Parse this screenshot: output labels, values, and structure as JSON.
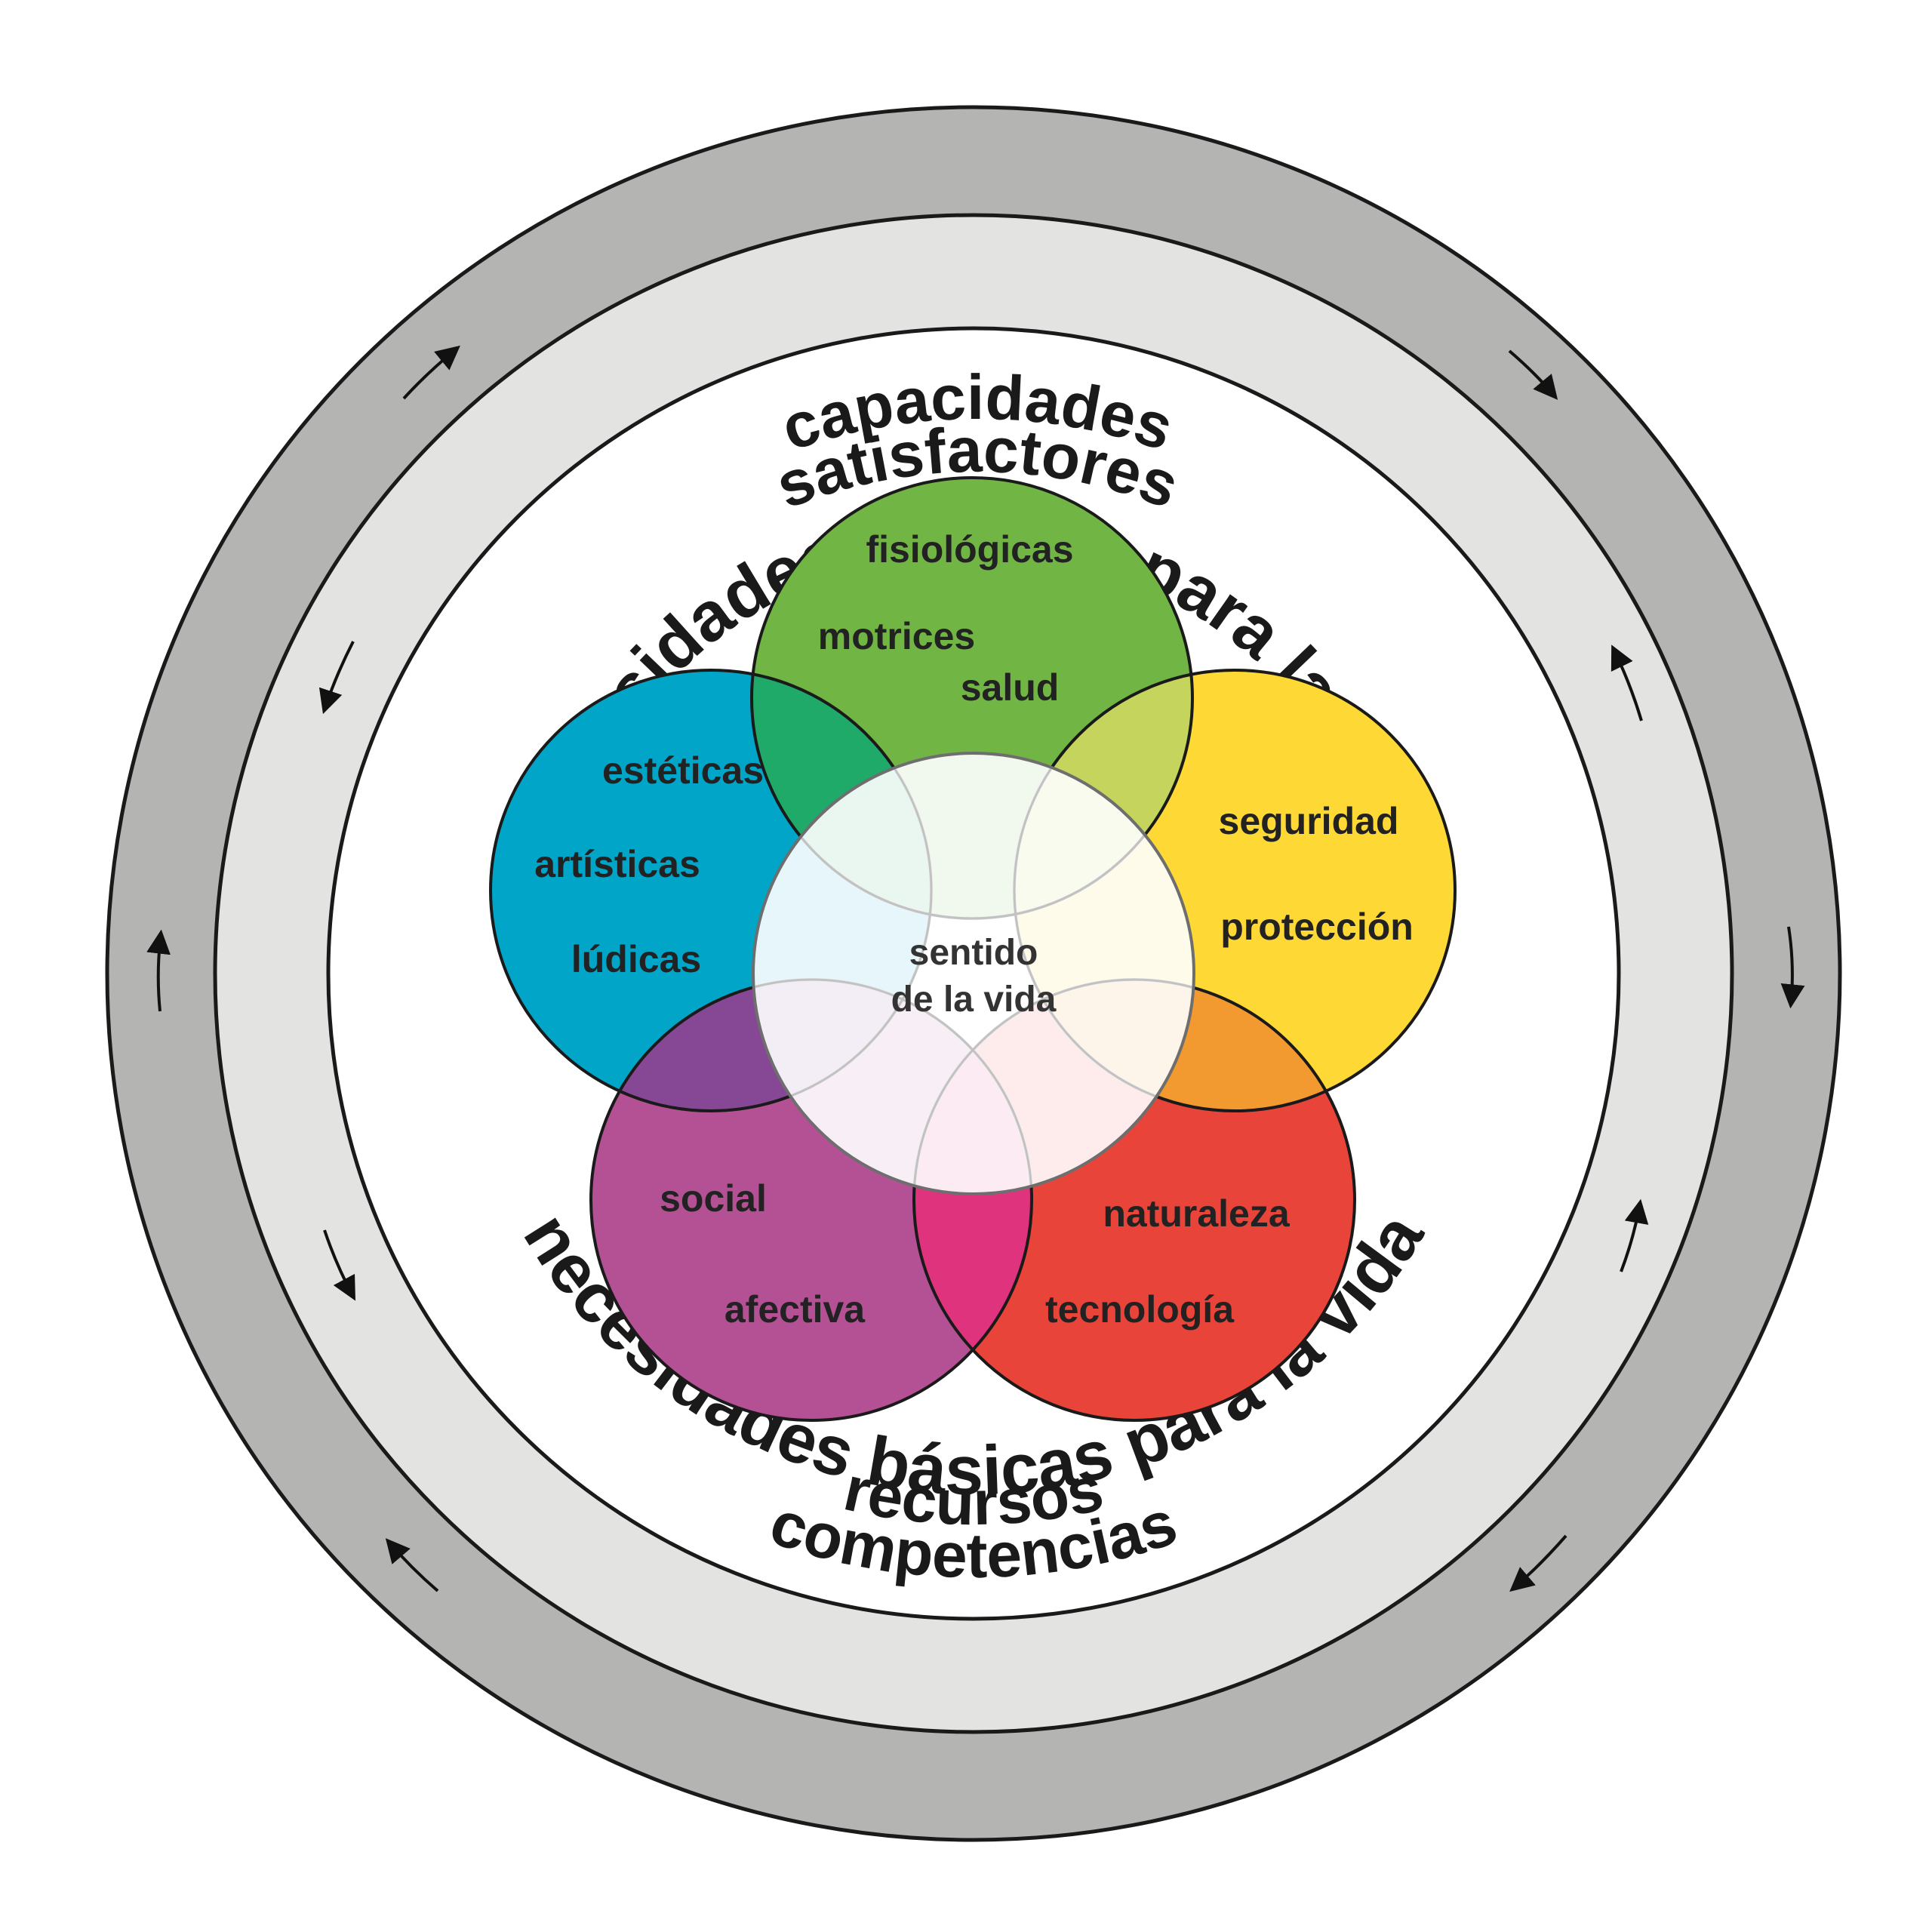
{
  "outer_ring": {
    "top_label": "capacidades",
    "bottom_label": "competencias",
    "color": "#b4b4b3"
  },
  "middle_ring": {
    "top_label": "satisfactores",
    "bottom_label": "recursos",
    "color": "#e3e3e2"
  },
  "inner_ring": {
    "top_label": "necesidades básicas para la vida",
    "bottom_label": "necesidades básicas para la vida"
  },
  "center": {
    "line1": "sentido",
    "line2": "de la vida"
  },
  "petals": {
    "green": {
      "color": "#71b545",
      "labels": [
        "fisiológicas",
        "motrices",
        "salud"
      ]
    },
    "yellow": {
      "color": "#fed834",
      "labels": [
        "seguridad",
        "protección"
      ]
    },
    "red": {
      "color": "#e8443a",
      "labels": [
        "naturaleza",
        "tecnología"
      ]
    },
    "purple": {
      "color": "#b45195",
      "labels": [
        "social",
        "afectiva"
      ]
    },
    "blue": {
      "color": "#00a5c8",
      "labels": [
        "estéticas",
        "artísticas",
        "lúdicas"
      ]
    }
  },
  "arrow_icon": "curved-arrow-icon"
}
